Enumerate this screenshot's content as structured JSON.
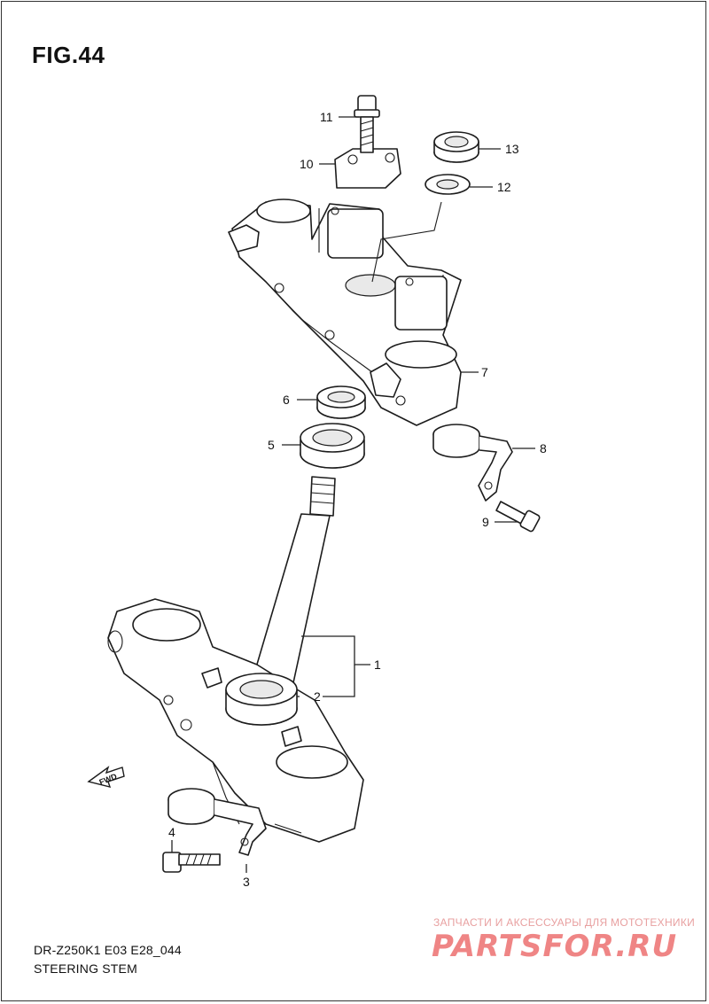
{
  "figure": {
    "title": "FIG.44"
  },
  "footer": {
    "model_code": "DR-Z250K1 E03 E28_044",
    "diagram_name": "STEERING STEM"
  },
  "orientation_badge": {
    "label": "FWD"
  },
  "callouts": {
    "c1": "1",
    "c2": "2",
    "c3": "3",
    "c4": "4",
    "c5": "5",
    "c6": "6",
    "c7": "7",
    "c8": "8",
    "c9": "9",
    "c10": "10",
    "c11": "11",
    "c12": "12",
    "c13": "13"
  },
  "watermark": {
    "tagline": "ЗАПЧАСТИ И АКСЕССУАРЫ ДЛЯ МОТОТЕХНИКИ",
    "logo": "PARTSFOR.RU"
  }
}
